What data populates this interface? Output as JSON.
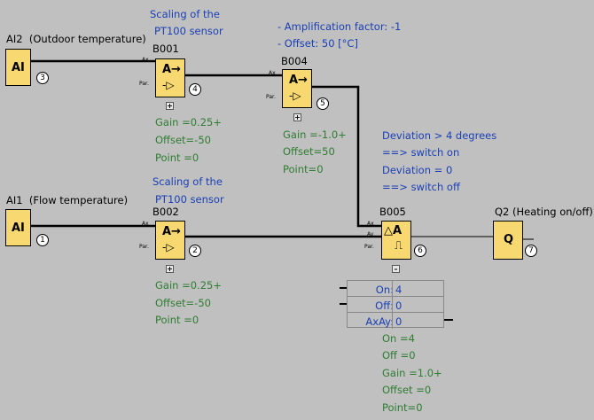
{
  "ai2": {
    "tag": "AI2",
    "desc": "(Outdoor temperature)",
    "box": "AI",
    "num": "3"
  },
  "ai1": {
    "tag": "AI1",
    "desc": "(Flow temperature)",
    "box": "AI",
    "num": "1"
  },
  "b001": {
    "name": "B001",
    "num": "4",
    "pin_ax": "Ax",
    "pin_par": "Par.",
    "symbol": "A→",
    "note1": "Scaling of the",
    "note2": "PT100 sensor",
    "gain": "Gain  =0.25+",
    "offset": "Offset=-50",
    "point": "Point =0",
    "expand": "+"
  },
  "b002": {
    "name": "B002",
    "num": "2",
    "pin_ax": "Ax",
    "pin_par": "Par.",
    "symbol": "A→",
    "note1": "Scaling of the",
    "note2": "PT100 sensor",
    "gain": "Gain  =0.25+",
    "offset": "Offset=-50",
    "point": "Point =0",
    "expand": "+"
  },
  "b004": {
    "name": "B004",
    "num": "5",
    "pin_ax": "Ax",
    "pin_par": "Par.",
    "symbol": "A→",
    "note1": "- Amplification factor: -1",
    "note2": "- Offset: 50 [°C]",
    "gain": "Gain  =-1.0+",
    "offset": "Offset=50",
    "point": "Point=0",
    "expand": "+"
  },
  "b005": {
    "name": "B005",
    "num": "6",
    "pin_ax": "Ax",
    "pin_ay": "Ay",
    "pin_par": "Par.",
    "symbol": "△A",
    "expand": "–",
    "note1": "Deviation  > 4 degrees",
    "note2": "==> switch on",
    "note3": "Deviation = 0",
    "note4": "==> switch off",
    "params": [
      {
        "label": "On:",
        "value": "4"
      },
      {
        "label": "Off:",
        "value": "0"
      },
      {
        "label": "AxAy:",
        "value": "0"
      }
    ],
    "on": "On     =4",
    "off": "Off     =0",
    "gain": "Gain   =1.0+",
    "offset": "Offset =0",
    "point": "Point=0"
  },
  "q2": {
    "tag": "Q2",
    "desc": "(Heating on/off)",
    "box": "Q",
    "num": "7"
  }
}
